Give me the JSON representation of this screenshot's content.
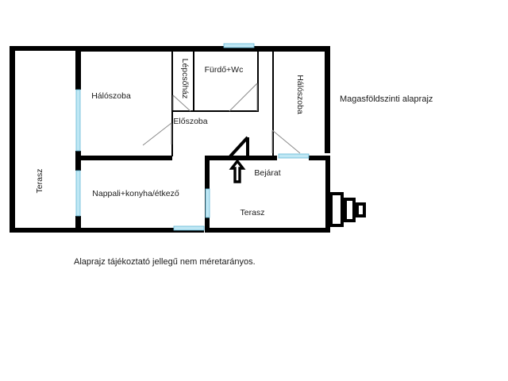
{
  "page": {
    "title": "Magasföldszinti alaprajz",
    "caption": "Alaprajz tájékoztató jellegű nem méretarányos.",
    "background_color": "#ffffff",
    "wall_color": "#000000",
    "window_color": "#bfe7f4",
    "door_color": "#8a8a8a",
    "text_color": "#1a1a1a"
  },
  "rooms": [
    {
      "key": "terasz_left",
      "label": "Terasz",
      "orientation": "vertical"
    },
    {
      "key": "haloszoba_1",
      "label": "Hálószoba",
      "orientation": "horizontal"
    },
    {
      "key": "lepcsohaz",
      "label": "Lépcsőház",
      "orientation": "vertical"
    },
    {
      "key": "furdo_wc",
      "label": "Fürdő+Wc",
      "orientation": "horizontal"
    },
    {
      "key": "haloszoba_2",
      "label": "Hálószoba",
      "orientation": "vertical"
    },
    {
      "key": "eloszoba",
      "label": "Előszoba",
      "orientation": "horizontal"
    },
    {
      "key": "nappali",
      "label": "Nappali+konyha/étkező",
      "orientation": "horizontal"
    },
    {
      "key": "bejarat",
      "label": "Bejárat",
      "orientation": "horizontal"
    },
    {
      "key": "terasz_front",
      "label": "Terasz",
      "orientation": "horizontal"
    }
  ],
  "markers": {
    "entrance_arrow": "entrance-arrow-icon",
    "steps": "exterior-steps-icon"
  }
}
